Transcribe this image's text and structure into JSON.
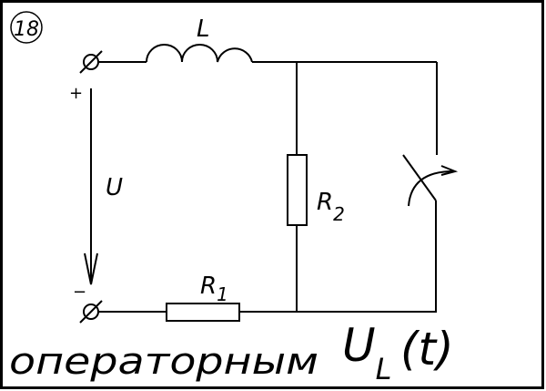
{
  "problem_number": "18",
  "labels": {
    "inductor": "L",
    "voltage": "U",
    "r2_main": "R",
    "r2_sub": "2",
    "r1_main": "R",
    "r1_sub": "1",
    "plus": "+",
    "minus": "−"
  },
  "caption": {
    "text": "операторным",
    "u_main": "U",
    "u_sub": "L",
    "arg": "(t)"
  }
}
